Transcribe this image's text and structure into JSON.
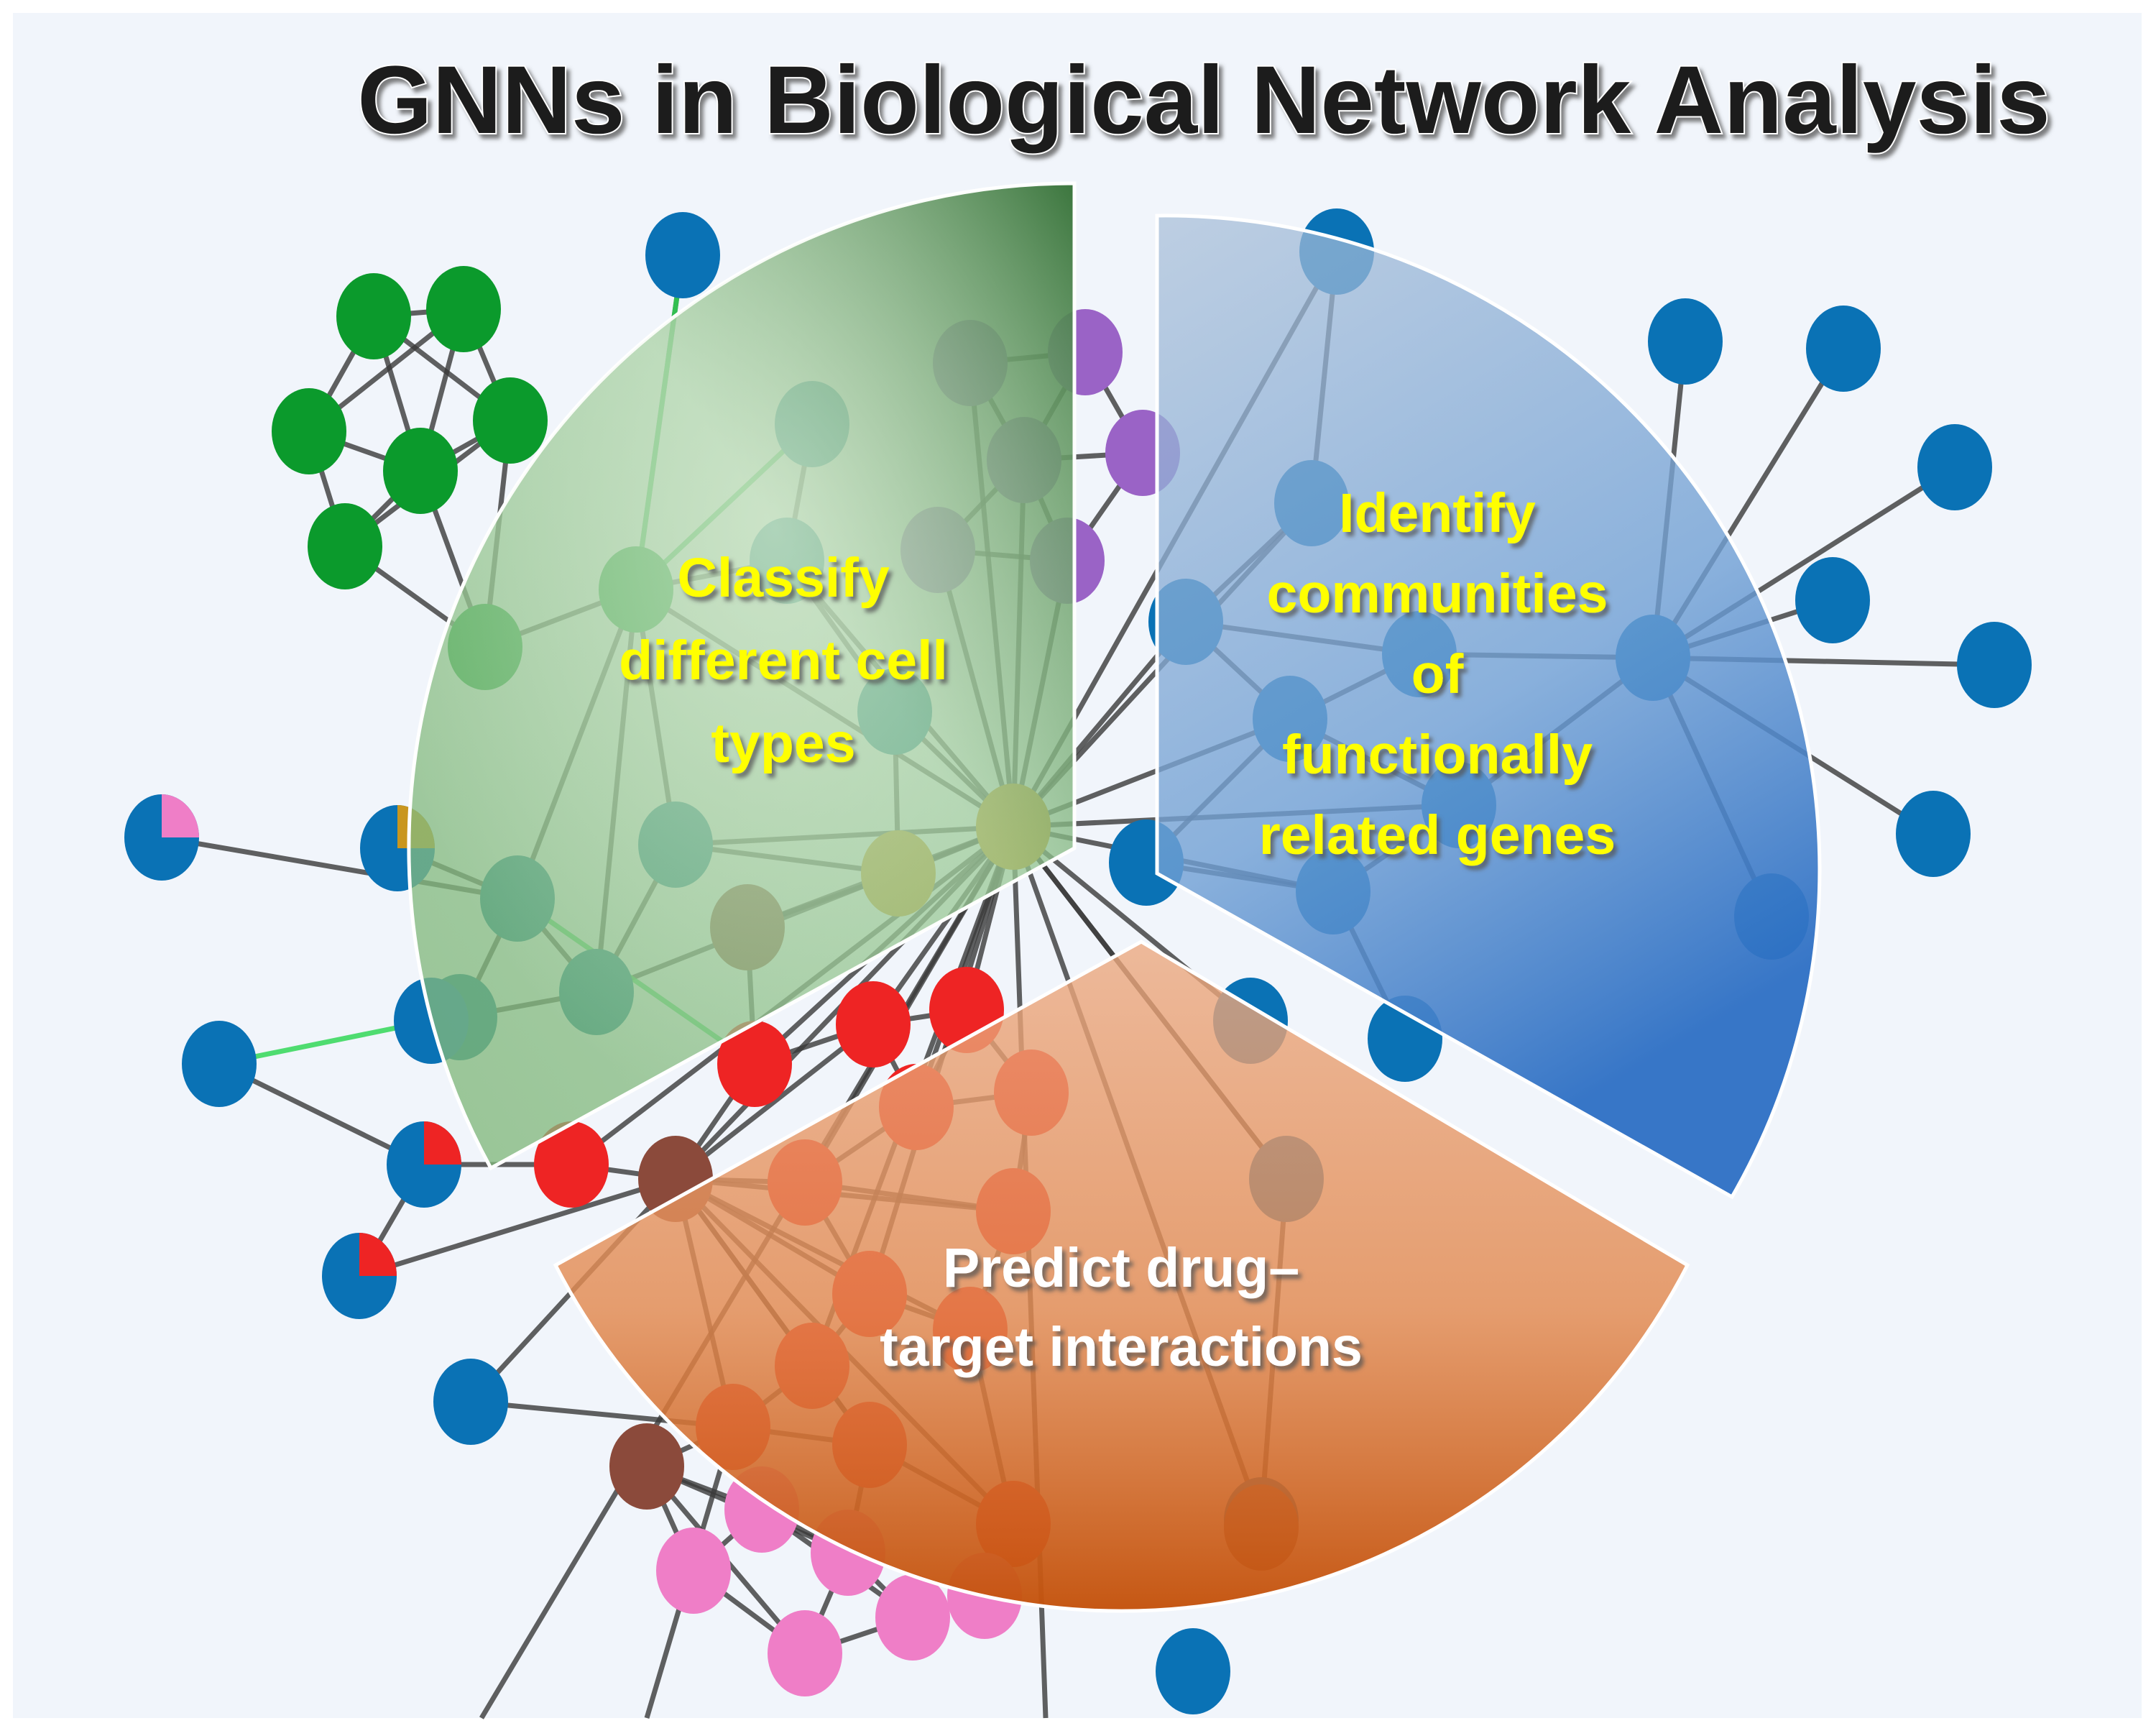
{
  "title": "GNNs in Biological Network Analysis",
  "segments": {
    "green": {
      "lines": [
        "Classify",
        "different cell",
        "types"
      ],
      "color": "#ffff00"
    },
    "blue": {
      "lines": [
        "Identify",
        "communities",
        "of",
        "functionally",
        "related genes"
      ],
      "color": "#ffff00"
    },
    "orange": {
      "lines": [
        "Predict drug–",
        "target interactions"
      ],
      "color": "#ffffff"
    }
  },
  "colors": {
    "background": "#f1f5fb",
    "node_blue": "#0a72b5",
    "node_green": "#0b9a2c",
    "node_purple": "#9a63c6",
    "node_teal": "#127b8e",
    "node_red": "#ee2424",
    "node_pink": "#ef7ec7",
    "node_brown": "#8b4a3b",
    "node_gold": "#c9961e",
    "edge": "#3a3a3a",
    "edge_highlight": "#27d64e"
  }
}
